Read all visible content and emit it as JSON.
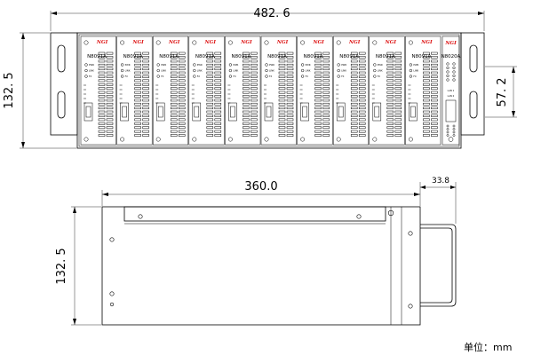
{
  "dimensions": {
    "front_width": "482. 6",
    "front_height": "132. 5",
    "module_height": "57. 2",
    "side_depth": "360.0",
    "handle_depth": "33.8",
    "side_height": "132. 5"
  },
  "modules": [
    {
      "brand": "NGI",
      "model": "N8091A"
    },
    {
      "brand": "NGI",
      "model": "N8091A"
    },
    {
      "brand": "NGI",
      "model": "N8091A"
    },
    {
      "brand": "NGI",
      "model": "N8091A"
    },
    {
      "brand": "NGI",
      "model": "N8091A"
    },
    {
      "brand": "NGI",
      "model": "N8091A"
    },
    {
      "brand": "NGI",
      "model": "N8091A"
    },
    {
      "brand": "NGI",
      "model": "N8091A"
    },
    {
      "brand": "NGI",
      "model": "N8091A"
    },
    {
      "brand": "NGI",
      "model": "N8091A"
    }
  ],
  "module_leds": [
    "PWR",
    "LINK",
    "FX"
  ],
  "control_module": {
    "brand": "NGI",
    "model": "N8020A",
    "labels": [
      "LAN 1",
      "LAN 2"
    ]
  },
  "unit_label": "单位：mm"
}
